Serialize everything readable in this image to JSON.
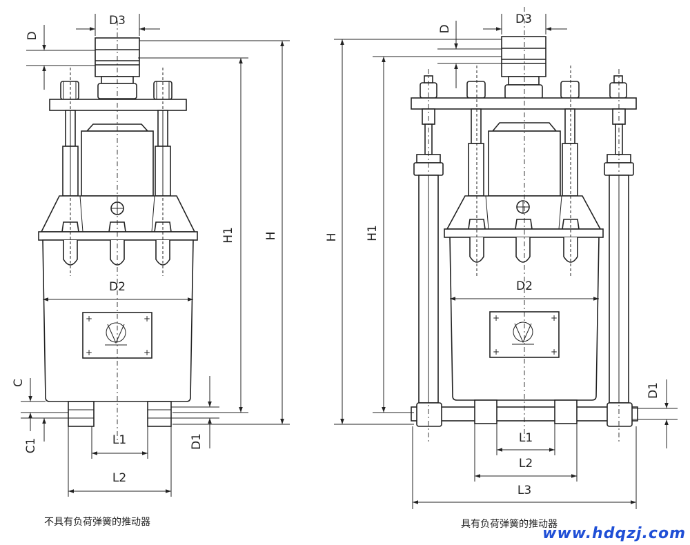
{
  "left_view": {
    "caption": "不具有负荷弹簧的推动器",
    "dims": {
      "D": "D",
      "D3": "D3",
      "D2": "D2",
      "H1": "H1",
      "H": "H",
      "C": "C",
      "C1": "C1",
      "D1": "D1",
      "L1": "L1",
      "L2": "L2"
    }
  },
  "right_view": {
    "caption": "具有负荷弹簧的推动器",
    "dims": {
      "D": "D",
      "D3": "D3",
      "D2": "D2",
      "H1": "H1",
      "H": "H",
      "D1": "D1",
      "L1": "L1",
      "L2": "L2",
      "L3": "L3"
    }
  },
  "watermark": "www.hdqzj.com",
  "colors": {
    "line": "#222222",
    "watermark": "#1f4fd6"
  }
}
